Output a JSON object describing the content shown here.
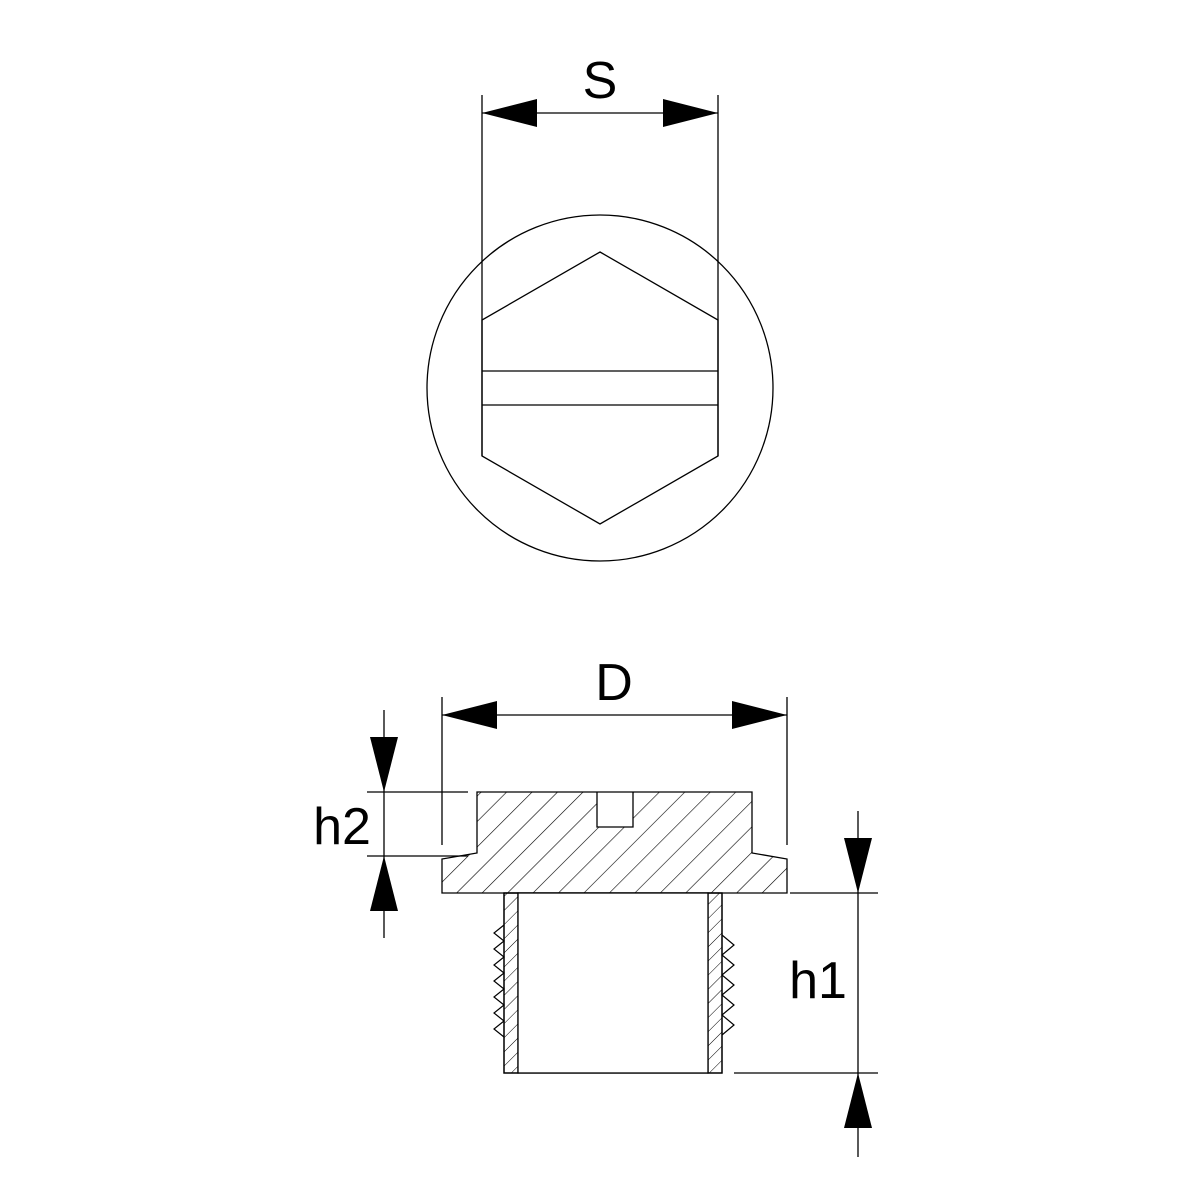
{
  "colors": {
    "line": "#000000",
    "background": "#ffffff"
  },
  "labels": {
    "s": "S",
    "d": "D",
    "h1": "h1",
    "h2": "h2"
  }
}
